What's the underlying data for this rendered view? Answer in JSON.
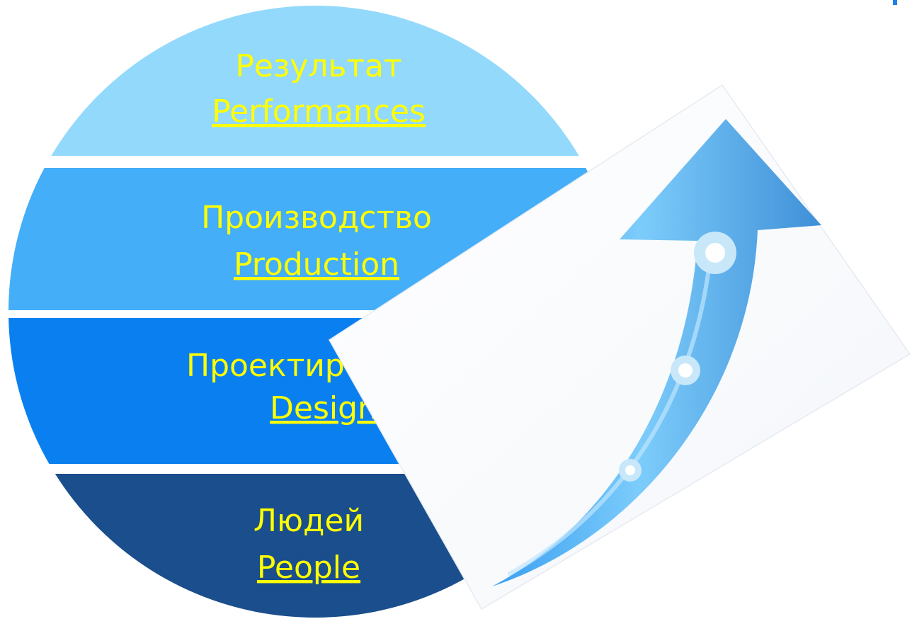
{
  "layers": [
    {
      "ru": "Результат",
      "en": "Performances",
      "color": "#93d9fc"
    },
    {
      "ru": "Производство",
      "en": "Production",
      "color": "#44aef8"
    },
    {
      "ru": "Проектирование",
      "en": "Design",
      "color": "#0a80f0"
    },
    {
      "ru": "Людей",
      "en": "People",
      "color": "#1a4e8c"
    }
  ],
  "label_color": "#ffff00",
  "arrow_color": "#4fb4f4",
  "corner_mark_color": "#1e7fe8"
}
